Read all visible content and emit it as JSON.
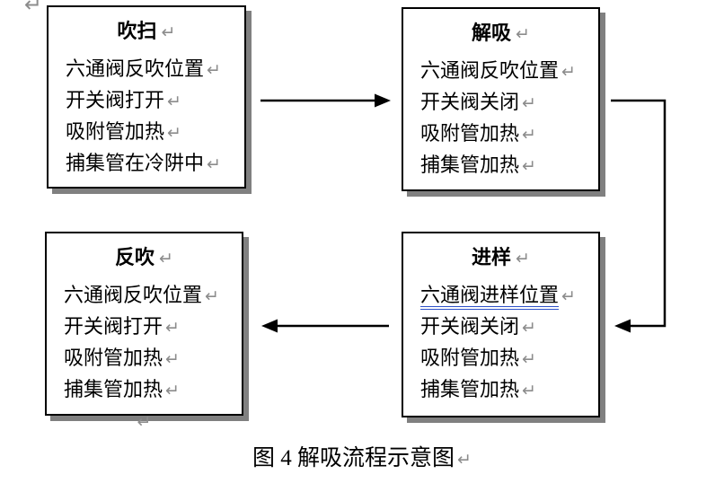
{
  "diagram": {
    "type": "flowchart",
    "caption": "图 4 解吸流程示意图"
  },
  "marks": {
    "return": "↵"
  },
  "colors": {
    "box_border": "#000000",
    "box_shadow": "#808080",
    "return_mark": "#8c8c8c",
    "grammar_underline": "#2d50c8",
    "arrow": "#000000",
    "background": "#ffffff"
  },
  "boxes": {
    "purge": {
      "title": "吹扫",
      "lines": [
        "六通阀反吹位置",
        "开关阀打开",
        "吸附管加热",
        "捕集管在冷阱中"
      ]
    },
    "desorb": {
      "title": "解吸",
      "lines": [
        "六通阀反吹位置",
        "开关阀关闭",
        "吸附管加热",
        "捕集管加热"
      ]
    },
    "backflush": {
      "title": "反吹",
      "lines": [
        "六通阀反吹位置",
        "开关阀打开",
        "吸附管加热",
        "捕集管加热"
      ]
    },
    "inject": {
      "title": "进样",
      "lines": [
        "六通阀进样位置",
        "开关阀关闭",
        "吸附管加热",
        "捕集管加热"
      ]
    }
  },
  "arrows": [
    {
      "from": "吹扫",
      "to": "解吸",
      "direction": "right"
    },
    {
      "from": "解吸",
      "to": "进样",
      "direction": "down-left"
    },
    {
      "from": "进样",
      "to": "反吹",
      "direction": "left"
    }
  ]
}
